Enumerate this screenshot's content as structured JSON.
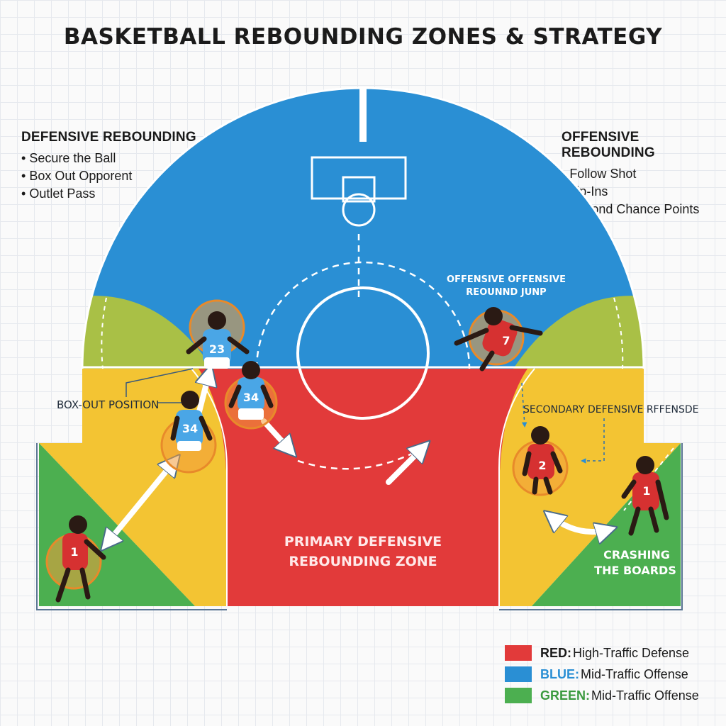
{
  "title": "BASKETBALL REBOUNDING ZONES & STRATEGY",
  "defensive": {
    "heading": "DEFENSIVE REBOUNDING",
    "items": [
      "Secure the Ball",
      "Box Out Opporent",
      "Outlet Pass"
    ]
  },
  "offensive": {
    "heading": "OFFENSIVE REBOUNDING",
    "items": [
      "Follow Shot",
      "Tip-Ins",
      "Second Chance Points"
    ]
  },
  "labels": {
    "box_out": "BOX-OUT POSITION",
    "off_jump_1": "OFFENSIVE OFFENSIVE",
    "off_jump_2": "REOUNND JUNP",
    "secondary": "SECONDARY DEFENSIVE RFFENSDE",
    "primary_1": "PRIMARY DEFENSIVE",
    "primary_2": "REBOUNDING ZONE",
    "crashing_1": "CRASHING",
    "crashing_2": "THE BOARDS"
  },
  "players": {
    "p23": "23",
    "p34a": "34",
    "p34b": "34",
    "p1_left": "1",
    "p7": "7",
    "p2": "2",
    "p1_right": "1"
  },
  "legend": [
    {
      "key": "RED:",
      "desc": " High-Traffic Defense",
      "color": "#e23a3a"
    },
    {
      "key": "BLUE:",
      "desc": " Mid-Traffic Offense",
      "color": "#2a8fd4"
    },
    {
      "key": "GREEN:",
      "desc": " Mid-Traffic Offense",
      "color": "#4caf50"
    }
  ],
  "colors": {
    "blue": "#2a8fd4",
    "red": "#e23a3a",
    "yellow": "#f3c433",
    "green": "#4caf50",
    "olive": "#a9c046",
    "jersey_blue": "#4aa6e6",
    "jersey_red": "#d63131"
  }
}
